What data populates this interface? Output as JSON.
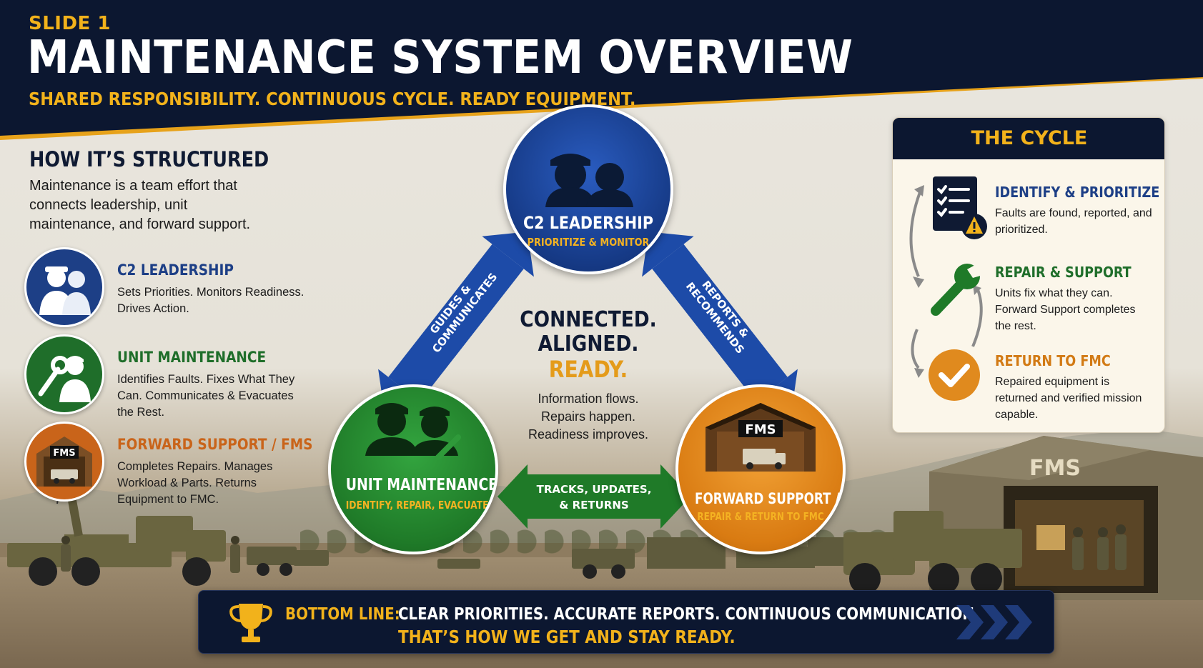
{
  "header": {
    "slide_label": "SLIDE 1",
    "title": "MAINTENANCE SYSTEM OVERVIEW",
    "tagline": "SHARED RESPONSIBILITY. CONTINUOUS CYCLE. READY EQUIPMENT."
  },
  "structure": {
    "heading": "HOW IT’S STRUCTURED",
    "intro": "Maintenance is a team effort that connects leadership, unit maintenance, and forward support.",
    "roles": [
      {
        "title": "C2 LEADERSHIP",
        "description": "Sets Priorities. Monitors Readiness. Drives Action.",
        "icon": "leadership-icon",
        "color": "#1d3f86"
      },
      {
        "title": "UNIT MAINTENANCE",
        "description": "Identifies Faults. Fixes What They Can. Communicates & Evacuates the Rest.",
        "icon": "mechanic-wrench-icon",
        "color": "#1f6e2a"
      },
      {
        "title": "FORWARD SUPPORT / FMS",
        "description": "Completes Repairs. Manages Workload & Parts. Returns Equipment to FMC.",
        "icon": "fms-garage-icon",
        "color": "#c9641a"
      }
    ]
  },
  "diagram": {
    "nodes": [
      {
        "title": "C2 LEADERSHIP",
        "subtitle": "PRIORITIZE & MONITOR",
        "color": "#1d4aa0"
      },
      {
        "title": "UNIT MAINTENANCE",
        "subtitle": "IDENTIFY, REPAIR, EVACUATE",
        "color": "#23852f"
      },
      {
        "title": "FORWARD SUPPORT / FMS",
        "subtitle": "REPAIR & RETURN TO FMC",
        "color": "#e08a1e",
        "building_sign": "FMS"
      }
    ],
    "arrows": {
      "left": "GUIDES & COMMUNICATES",
      "right": "REPORTS & RECOMMENDS",
      "bottom_line1": "TRACKS, UPDATES,",
      "bottom_line2": "& RETURNS"
    },
    "center": {
      "line1": "CONNECTED.",
      "line2": "ALIGNED.",
      "line3": "READY.",
      "flow1": "Information flows.",
      "flow2": "Repairs happen.",
      "flow3": "Readiness improves."
    }
  },
  "cycle": {
    "heading": "THE CYCLE",
    "steps": [
      {
        "title": "IDENTIFY & PRIORITIZE",
        "description": "Faults are found, reported, and prioritized.",
        "icon": "checklist-warning-icon",
        "color": "#1d3f86"
      },
      {
        "title": "REPAIR & SUPPORT",
        "description": "Units fix what they can. Forward Support completes the rest.",
        "icon": "wrench-icon",
        "color": "#1f6e2a"
      },
      {
        "title": "RETURN TO FMC",
        "description": "Repaired equipment is returned and verified mission capable.",
        "icon": "checkmark-icon",
        "color": "#d27a14"
      }
    ]
  },
  "background": {
    "fms_building_sign": "FMS"
  },
  "bottom_line": {
    "label": "BOTTOM LINE:",
    "line1": "CLEAR PRIORITIES. ACCURATE REPORTS. CONTINUOUS COMMUNICATION.",
    "line2": "THAT’S HOW WE GET AND STAY READY.",
    "icon": "trophy-icon"
  }
}
